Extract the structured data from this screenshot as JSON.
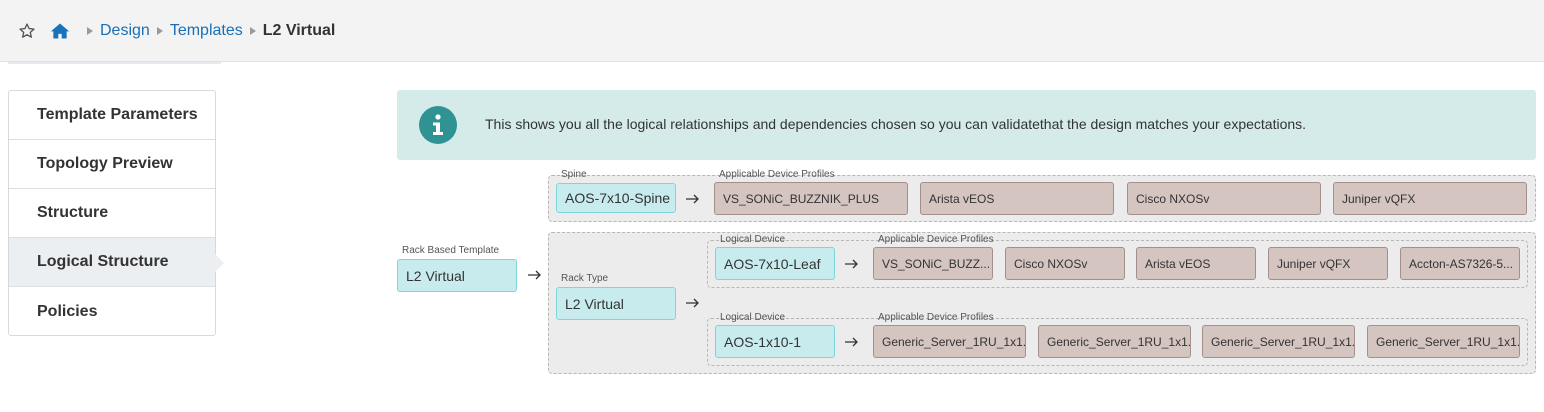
{
  "breadcrumb": {
    "items": [
      {
        "label": "Design"
      },
      {
        "label": "Templates"
      }
    ],
    "current": "L2 Virtual"
  },
  "sidenav": {
    "items": [
      {
        "label": "Template Parameters",
        "active": false
      },
      {
        "label": "Topology Preview",
        "active": false
      },
      {
        "label": "Structure",
        "active": false
      },
      {
        "label": "Logical Structure",
        "active": true
      },
      {
        "label": "Policies",
        "active": false
      }
    ]
  },
  "info": {
    "icon": "info-icon",
    "text": "This shows you all the logical relationships and dependencies chosen so you can validatethat the design matches your expectations."
  },
  "diagram": {
    "template": {
      "caption": "Rack Based Template",
      "name": "L2 Virtual"
    },
    "spine": {
      "caption": "Spine",
      "device": "AOS-7x10-Spine",
      "profiles_caption": "Applicable Device Profiles",
      "profiles": [
        "VS_SONiC_BUZZNIK_PLUS",
        "Arista vEOS",
        "Cisco NXOSv",
        "Juniper vQFX"
      ]
    },
    "rack": {
      "caption": "Rack Type",
      "name": "L2 Virtual",
      "leaf": {
        "caption": "Logical Device",
        "device": "AOS-7x10-Leaf",
        "profiles_caption": "Applicable Device Profiles",
        "profiles": [
          "VS_SONiC_BUZZ...",
          "Cisco NXOSv",
          "Arista vEOS",
          "Juniper vQFX",
          "Accton-AS7326-5..."
        ]
      },
      "server": {
        "caption": "Logical Device",
        "device": "AOS-1x10-1",
        "profiles_caption": "Applicable Device Profiles",
        "profiles": [
          "Generic_Server_1RU_1x1...",
          "Generic_Server_1RU_1x1...",
          "Generic_Server_1RU_1x1...",
          "Generic_Server_1RU_1x1..."
        ]
      }
    }
  },
  "colors": {
    "link": "#1a6fb4",
    "banner_bg": "#d4ebea",
    "info_icon": "#2f9394",
    "node_bg": "#c8ecee",
    "node_border": "#7fd6d8",
    "profile_bg": "#d5c5c1",
    "profile_border": "#a48f8b",
    "group_bg": "#ececec"
  }
}
